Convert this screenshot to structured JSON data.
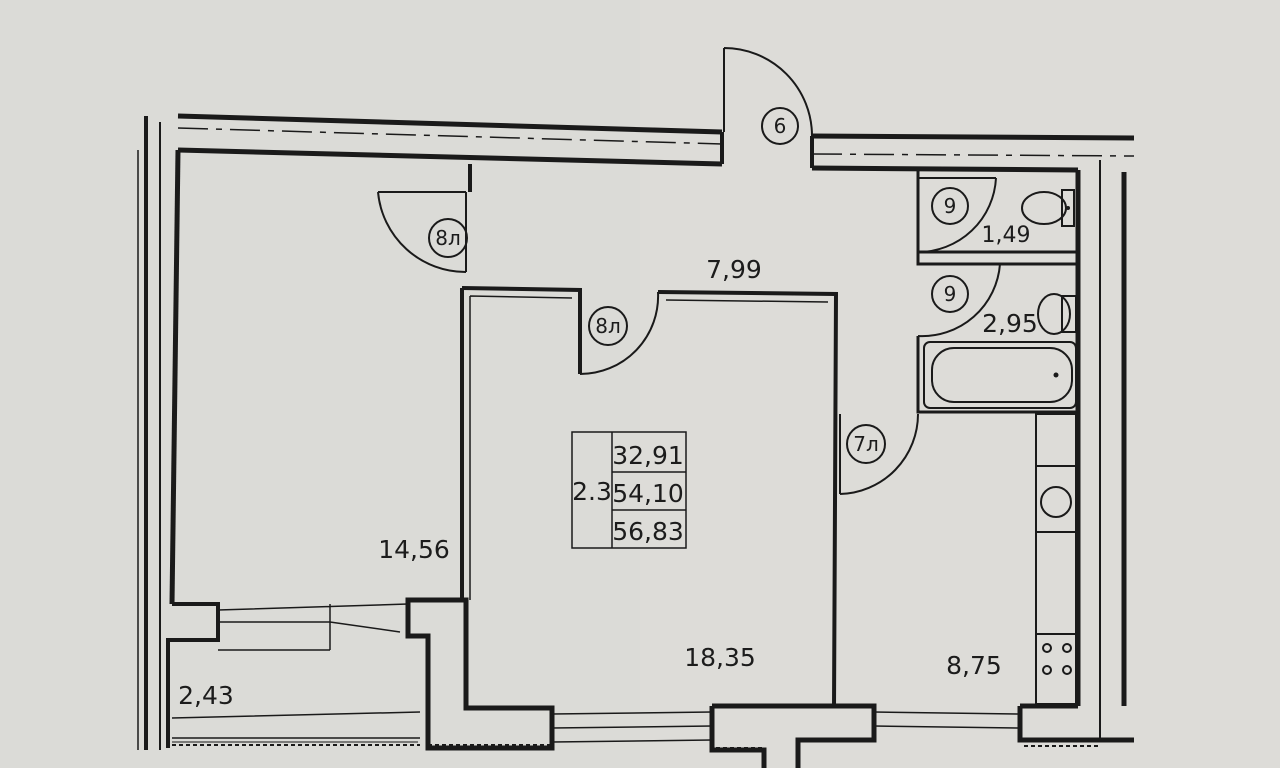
{
  "plan": {
    "apartment_summary": {
      "number": "2.3",
      "values": [
        "32,91",
        "54,10",
        "56,83"
      ]
    },
    "rooms": [
      {
        "id": "hall",
        "area": "7,99"
      },
      {
        "id": "toilet",
        "area": "1,49"
      },
      {
        "id": "bathroom",
        "area": "2,95"
      },
      {
        "id": "room-left",
        "area": "14,56"
      },
      {
        "id": "room-center",
        "area": "18,35"
      },
      {
        "id": "kitchen",
        "area": "8,75"
      },
      {
        "id": "balcony",
        "area": "2,43"
      }
    ],
    "door_marks": [
      {
        "id": "entrance-door",
        "label": "6"
      },
      {
        "id": "hall-door-left",
        "label": "8л"
      },
      {
        "id": "hall-door-center",
        "label": "8л"
      },
      {
        "id": "toilet-door",
        "label": "9"
      },
      {
        "id": "bathroom-door",
        "label": "9"
      },
      {
        "id": "kitchen-door",
        "label": "7л"
      }
    ]
  }
}
